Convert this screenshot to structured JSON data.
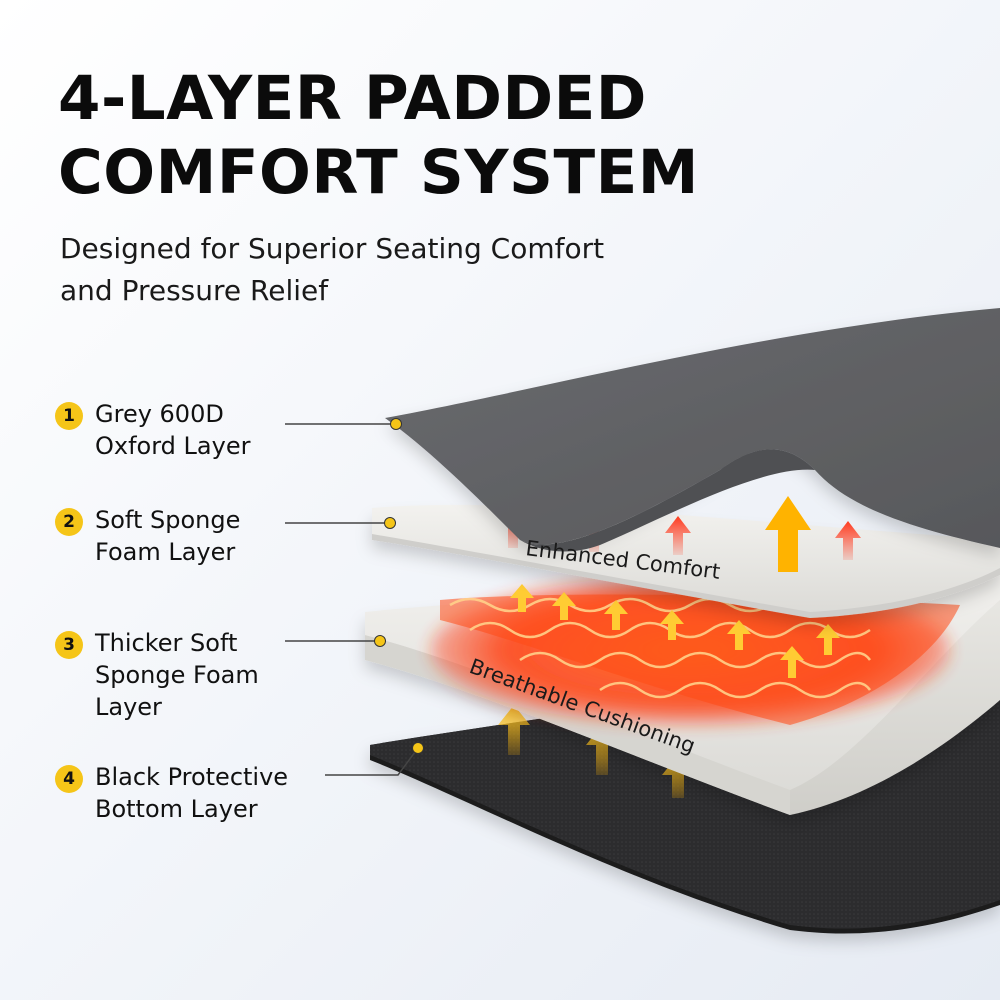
{
  "header": {
    "title_line1": "4-LAYER PADDED",
    "title_line2": "COMFORT SYSTEM",
    "subtitle_line1": "Designed for Superior Seating Comfort",
    "subtitle_line2": "and Pressure Relief"
  },
  "layers": [
    {
      "number": "1",
      "lines": [
        "Grey 600D",
        "Oxford Layer"
      ]
    },
    {
      "number": "2",
      "lines": [
        "Soft Sponge",
        "Foam Layer"
      ]
    },
    {
      "number": "3",
      "lines": [
        "Thicker Soft",
        "Sponge Foam",
        "Layer"
      ]
    },
    {
      "number": "4",
      "lines": [
        "Black Protective",
        "Bottom Layer"
      ]
    }
  ],
  "captions": {
    "enhanced": "Enhanced Comfort",
    "breathable": "Breathable Cushioning"
  },
  "colors": {
    "badge": "#f5c518",
    "oxford": "#6e6f72",
    "foam": "#e9e8e4",
    "heat": "#ff4a16",
    "bottom": "#2b2b2d"
  }
}
